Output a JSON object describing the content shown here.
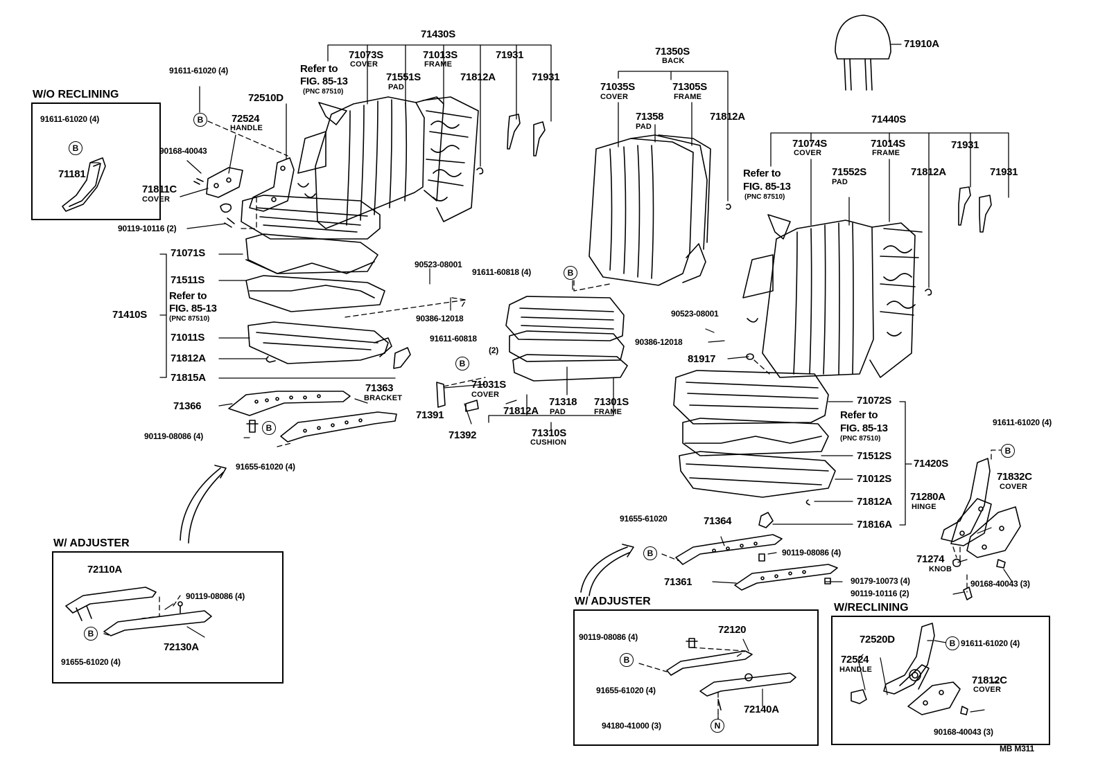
{
  "sections": {
    "wo_reclining": "W/O RECLINING",
    "w_adjuster_left": "W/ ADJUSTER",
    "w_adjuster_right": "W/ ADJUSTER",
    "w_reclining": "W/RECLINING"
  },
  "footer": "MB  M311",
  "markers": {
    "b": "B",
    "n": "N"
  },
  "refer": {
    "line1": "Refer to",
    "line2": "FIG. 85-13",
    "pnc": "(PNC 87510)"
  },
  "wo_reclining": {
    "screw": "91611-61020 (4)",
    "part": "71181"
  },
  "left_back": {
    "group": "71430S",
    "cover": "71073S",
    "cover_tag": "COVER",
    "frame": "71013S",
    "frame_tag": "FRAME",
    "pad": "71551S",
    "pad_tag": "PAD",
    "clip": "71812A",
    "knob_a": "71931",
    "knob_b": "71931",
    "screw_top": "91611-61020 (4)",
    "hinge": "72510D",
    "handle": "72524",
    "handle_tag": "HANDLE",
    "screw_cover": "90168-40043",
    "cover_part": "71811C",
    "cover_part_tag": "COVER",
    "bolt": "90119-10116 (2)",
    "nut": "90523-08001",
    "washer": "90386-12018"
  },
  "left_cushion": {
    "group": "71410S",
    "cover": "71071S",
    "pad": "71511S",
    "frame": "71011S",
    "clip": "71812A",
    "clip2": "71815A",
    "rail_l": "71366",
    "rail_r": "71363",
    "rail_r_tag": "BRACKET",
    "bolt": "90119-08086 (4)",
    "screw": "91655-61020 (4)"
  },
  "left_adjuster": {
    "upper": "72110A",
    "bolt": "90119-08086 (4)",
    "lower": "72130A",
    "screw": "91655-61020 (4)"
  },
  "center_back": {
    "group": "71350S",
    "group_tag": "BACK",
    "cover": "71035S",
    "cover_tag": "COVER",
    "frame": "71305S",
    "frame_tag": "FRAME",
    "pad": "71358",
    "pad_tag": "PAD",
    "clip": "71812A"
  },
  "center_cushion": {
    "screw_top": "91611-60818 (4)",
    "screw_side": "91611-60818",
    "screw_side_qty": "(2)",
    "cover": "71031S",
    "cover_tag": "COVER",
    "pad": "71318",
    "pad_tag": "PAD",
    "frame": "71301S",
    "frame_tag": "FRAME",
    "clip": "71812A",
    "group": "71310S",
    "group_tag": "CUSHION",
    "part_a": "71391",
    "part_b": "71392"
  },
  "right_headrest": {
    "part": "71910A"
  },
  "right_back": {
    "group": "71440S",
    "cover": "71074S",
    "cover_tag": "COVER",
    "frame": "71014S",
    "frame_tag": "FRAME",
    "pad": "71552S",
    "pad_tag": "PAD",
    "clip": "71812A",
    "knob_a": "71931",
    "knob_b": "71931",
    "nut": "90523-08001",
    "washer": "90386-12018",
    "part": "81917"
  },
  "right_cushion": {
    "group": "71420S",
    "cover": "71072S",
    "pad": "71512S",
    "frame": "71012S",
    "clip": "71812A",
    "clip2": "71816A",
    "screw_rail": "91655-61020",
    "rail_u": "71364",
    "rail_l": "71361",
    "bolt": "90119-08086 (4)",
    "bolt2": "90179-10073 (4)",
    "bolt3": "90119-10116 (2)"
  },
  "right_hinge": {
    "screw": "91611-61020 (4)",
    "cover": "71832C",
    "cover_tag": "COVER",
    "hinge": "71280A",
    "hinge_tag": "HINGE",
    "knob": "71274",
    "knob_tag": "KNOB",
    "screw2": "90168-40043 (3)"
  },
  "right_adjuster": {
    "bolt": "90119-08086 (4)",
    "upper": "72120",
    "screw": "91655-61020 (4)",
    "lower": "72140A",
    "nut": "94180-41000 (3)"
  },
  "w_reclining": {
    "hinge": "72520D",
    "handle": "72524",
    "handle_tag": "HANDLE",
    "screw": "91611-61020 (4)",
    "cover": "71812C",
    "cover_tag": "COVER",
    "screw2": "90168-40043 (3)"
  }
}
